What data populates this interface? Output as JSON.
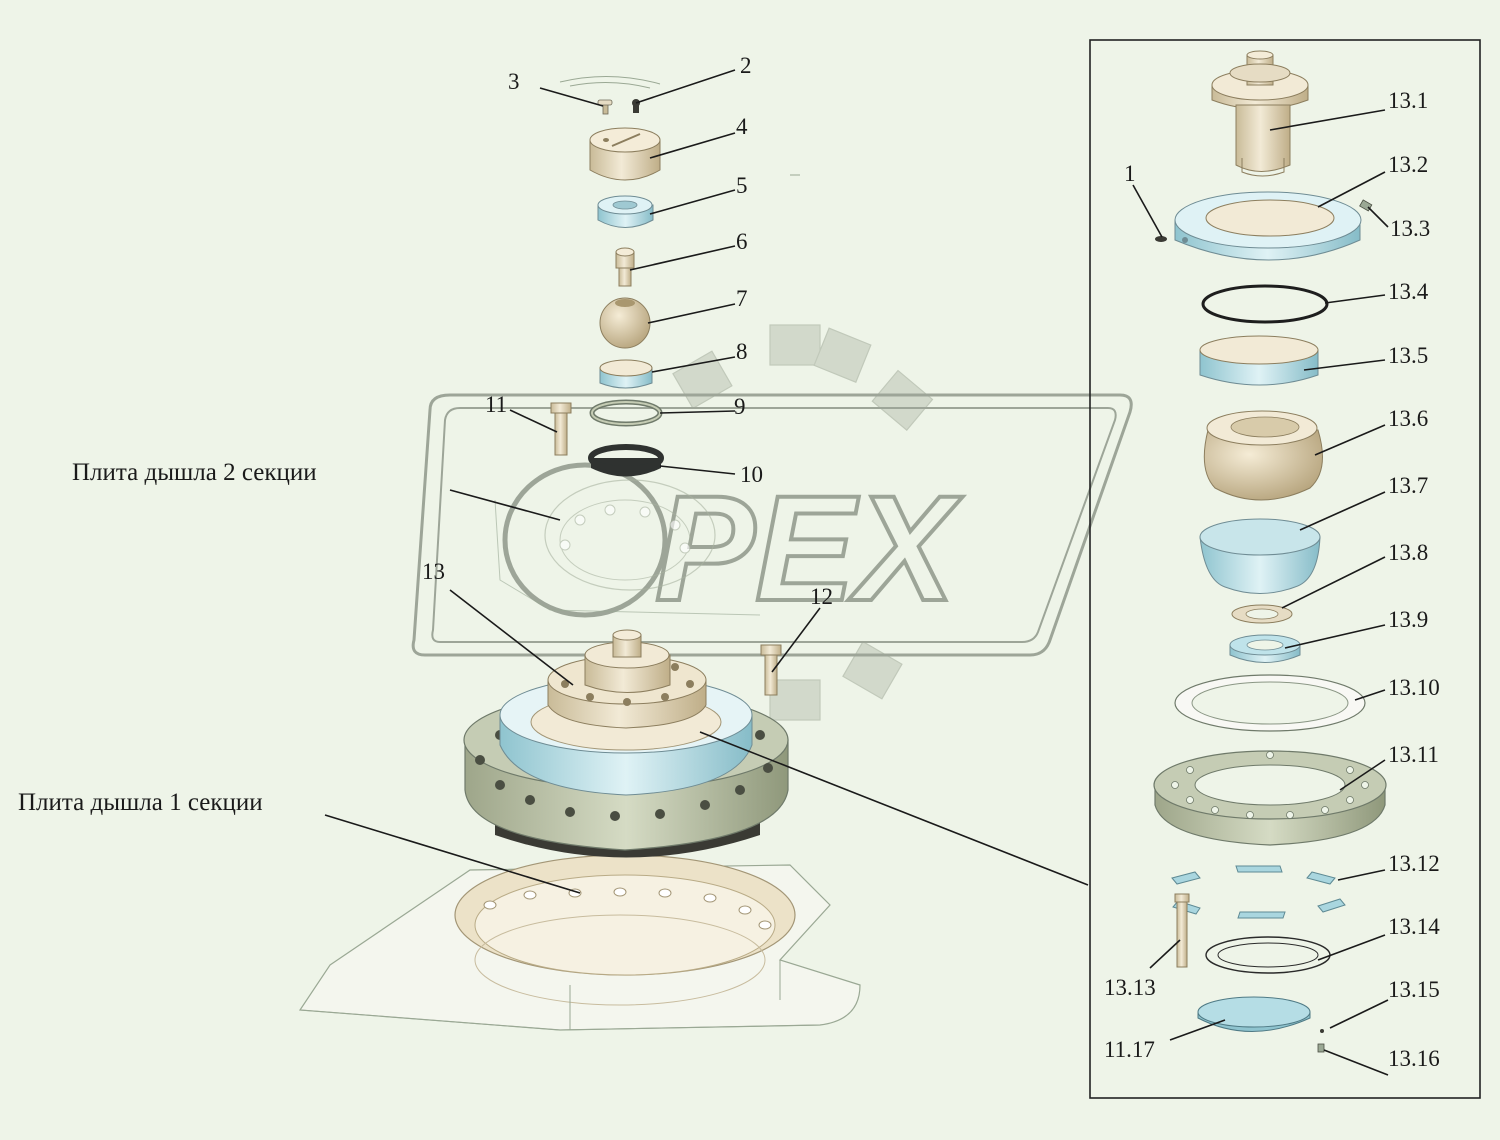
{
  "captions": {
    "plate_2": "Плита дышла 2 секции",
    "plate_1": "Плита дышла 1 секции"
  },
  "labels": {
    "l1": "1",
    "l2": "2",
    "l3": "3",
    "l4": "4",
    "l5": "5",
    "l6": "6",
    "l7": "7",
    "l8": "8",
    "l9": "9",
    "l10": "10",
    "l11": "11",
    "l12": "12",
    "l13": "13",
    "i1": "13.1",
    "i2": "13.2",
    "i3": "13.3",
    "i4": "13.4",
    "i5": "13.5",
    "i6": "13.6",
    "i7": "13.7",
    "i8": "13.8",
    "i9": "13.9",
    "i10": "13.10",
    "i11": "13.11",
    "i12": "13.12",
    "i13": "13.13",
    "i14": "13.14",
    "i15": "13.15",
    "i16": "13.16",
    "i17": "11.17"
  },
  "watermark": {
    "text": "PEX"
  },
  "colors": {
    "background": "#eef4e8",
    "part_beige": "#e6dcc4",
    "part_shade": "#c9bb98",
    "part_cyan": "#bfe3ea",
    "part_cyan_dark": "#8fc4cf",
    "part_olive": "#b9c0a6",
    "part_dark": "#3a3a34",
    "watermark": "#c9d0c2"
  }
}
